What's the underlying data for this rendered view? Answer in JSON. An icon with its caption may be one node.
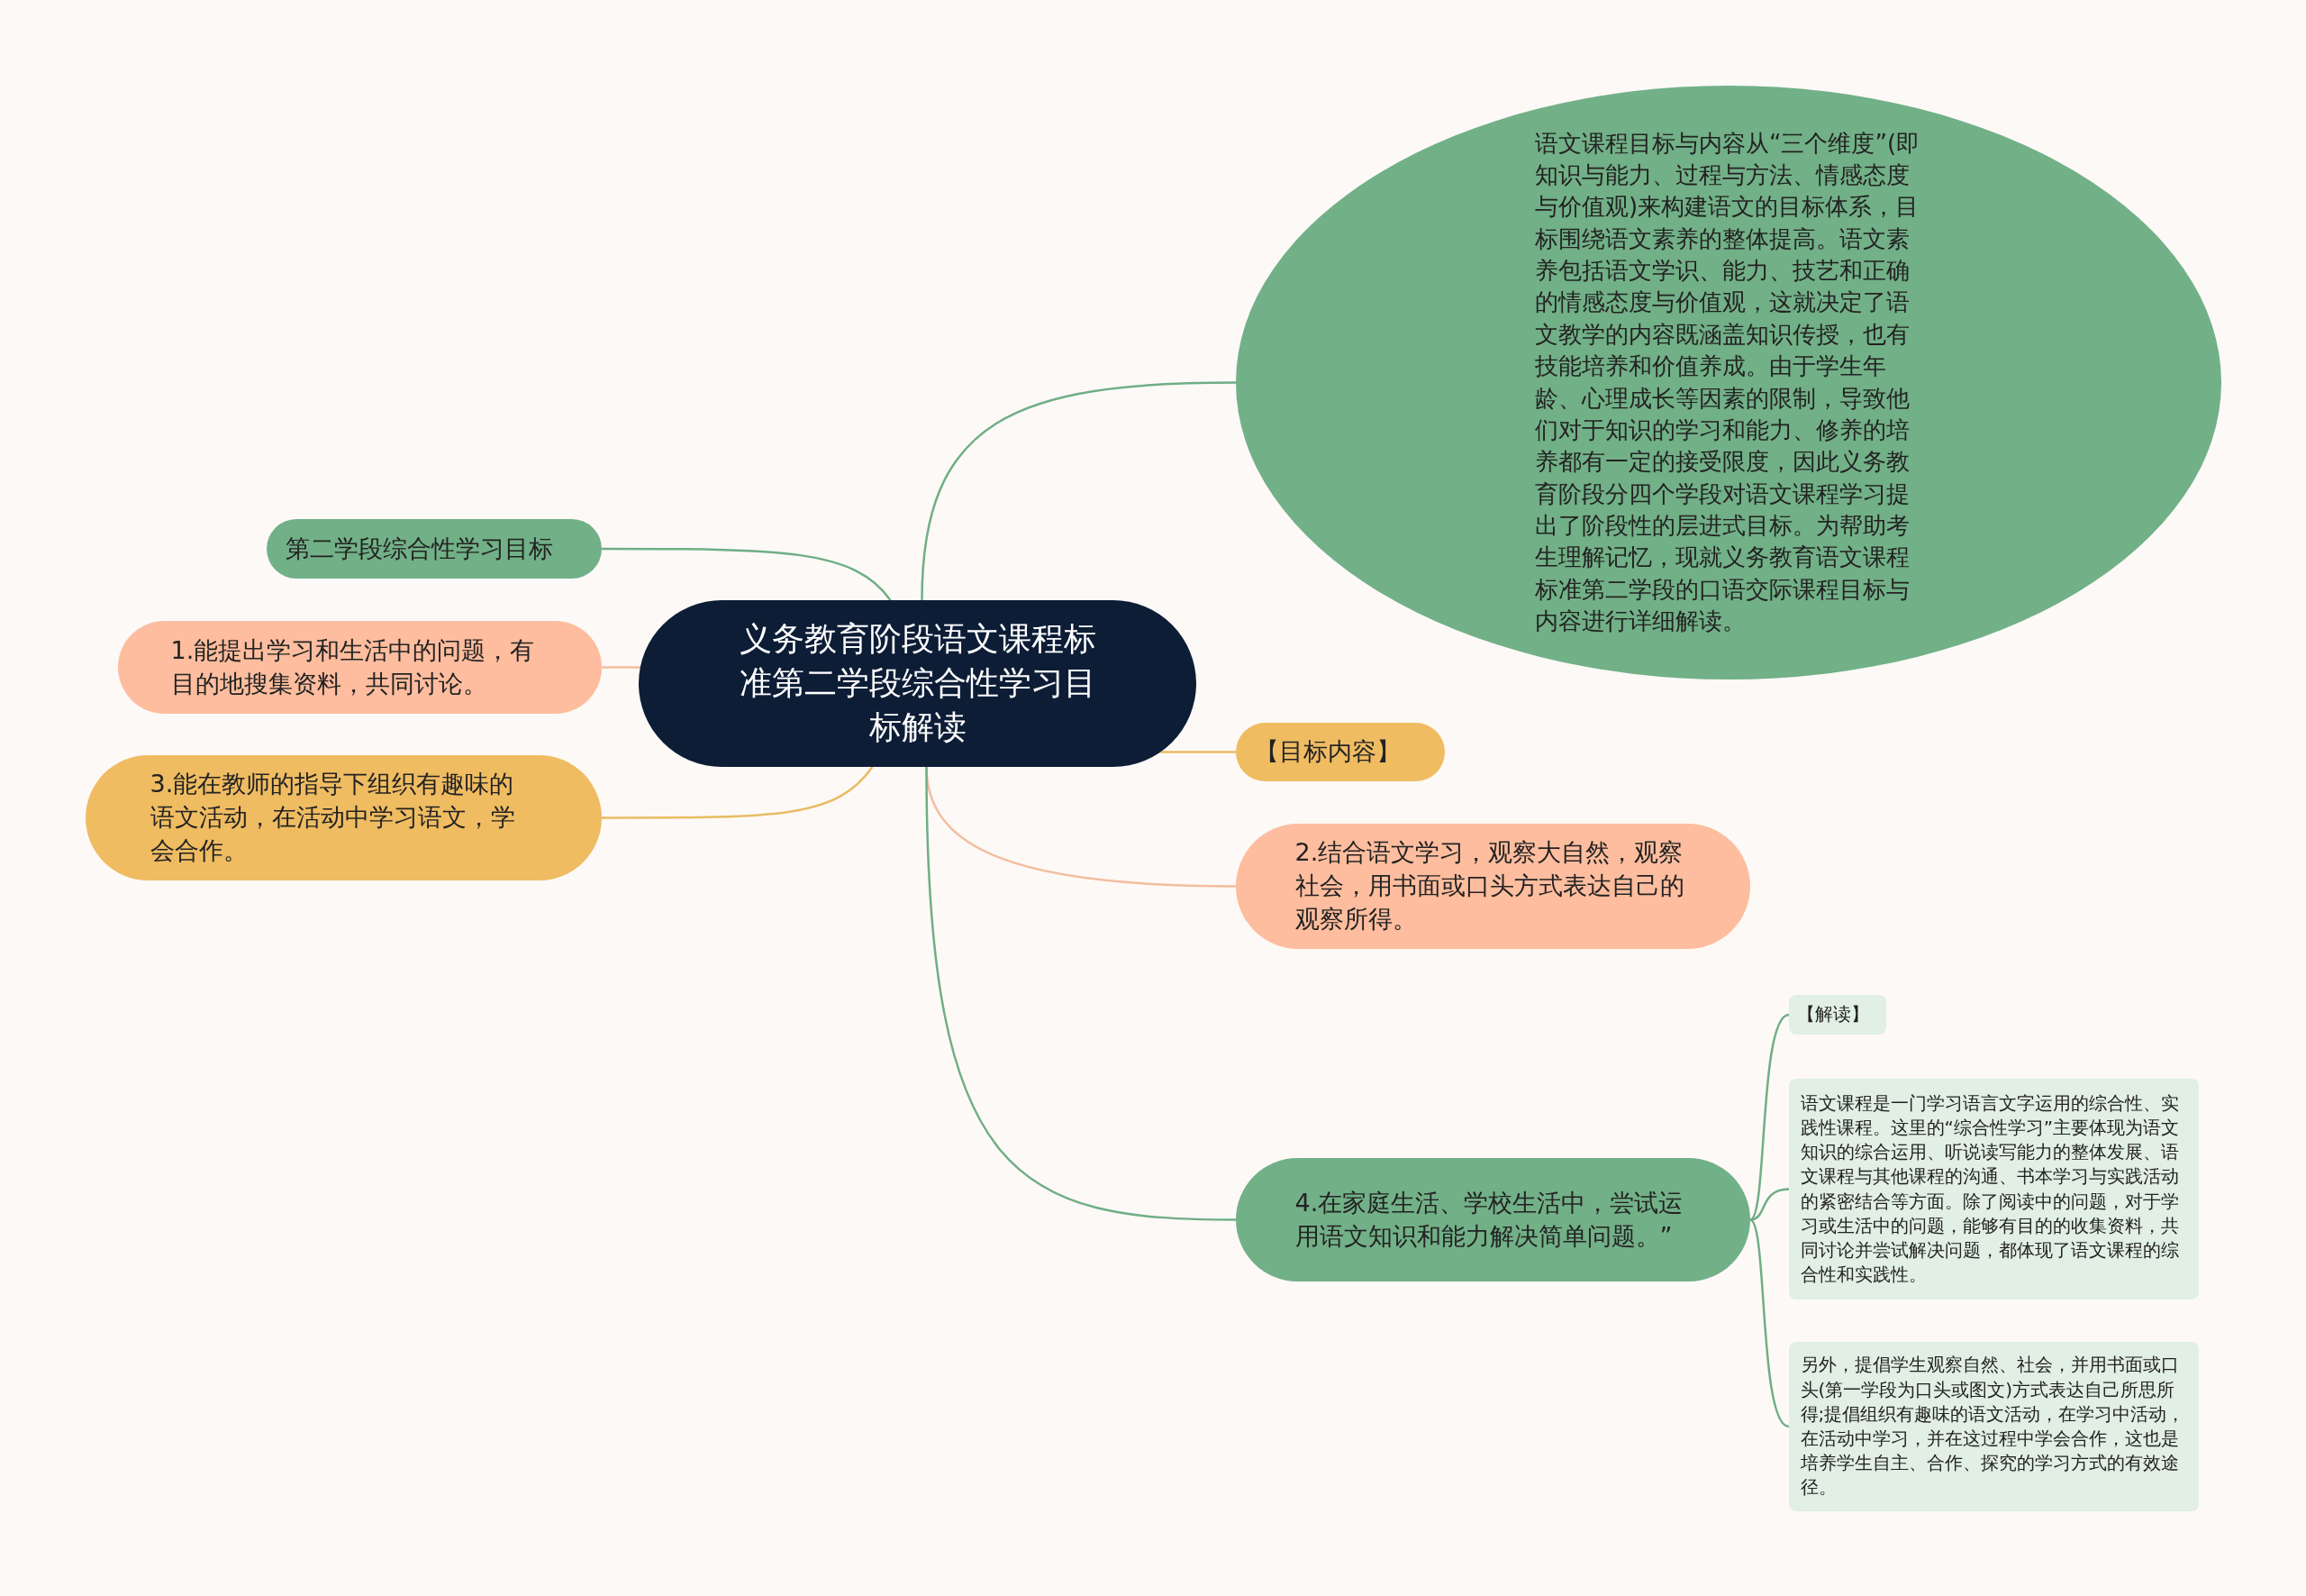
{
  "diagram": {
    "nodes": [
      {
        "text": [
          "义务教育阶段语文课程标准第二学段综合性学习目标解读"
        ]
      },
      {
        "text": [
          "语文课程目标与内容从“三个维度”(即知识与能力、过程与方法、情感态度与价值观)来构建语文的目标体系，目标围绕语文素养的整体提高。语文素养包括语文学识、能力、技艺和正确的情感态度与价值观，这就决定了语文教学的内容既涵盖知识传授，也有技能培养和价值养成。由于学生年龄、心理成长等因素的限制，导致他们对于知识的学习和能力、修养的培养都有一定的接受限度，因此义务教育阶段分四个学段对语文课程学习提出了阶段性的层进式目标。为帮助考生理解记忆，现就义务教育语文课程标准第二学段的口语交际课程目标与内容进行详细解读。"
        ]
      },
      {
        "text": [
          "第二学段综合性学习目标"
        ]
      },
      {
        "text": [
          "1.能提出学习和生活中的问题，有目的地搜集资料，共同讨论。"
        ]
      },
      {
        "text": [
          "3.能在教师的指导下组织有趣味的语文活动，在活动中学习语文，学会合作。"
        ]
      },
      {
        "text": [
          "【目标内容】"
        ]
      },
      {
        "text": [
          "2.结合语文学习，观察大自然，观察社会，用书面或口头方式表达自己的观察所得。"
        ]
      },
      {
        "text": [
          "4.在家庭生活、学校生活中，尝试运用语文知识和能力解决简单问题。”"
        ]
      },
      {
        "text": [
          "【解读】"
        ]
      },
      {
        "text": [
          "语文课程是一门学习语言文字运用的综合性、实践性课程。这里的“综合性学习”主要体现为语文知识的综合运用、听说读写能力的整体发展、语文课程与其他课程的沟通、书本学习与实践活动的紧密结合等方面。除了阅读中的问题，对于学习或生活中的问题，能够有目的的收集资料，共同讨论并尝试解决问题，都体现了语文课程的综合性和实践性。"
        ]
      },
      {
        "text": [
          "另外，提倡学生观察自然、社会，并用书面或口头(第一学段为口头或图文)方式表达自己所思所得;提倡组织有趣味的语文活动，在学习中活动，在活动中学习，并在这过程中学会合作，这也是培养学生自主、合作、探究的学习方式的有效途径。"
        ]
      }
    ],
    "edges": [
      {
        "from": 0,
        "to": 1,
        "arrow": "none"
      },
      {
        "from": 0,
        "to": 2,
        "arrow": "none"
      },
      {
        "from": 0,
        "to": 3,
        "arrow": "none",
        "color": "#f3bd9f"
      },
      {
        "from": 0,
        "to": 4,
        "arrow": "none",
        "color": "#e8bc62"
      },
      {
        "from": 0,
        "to": 5,
        "arrow": "none",
        "color": "#e8bc62"
      },
      {
        "from": 0,
        "to": 6,
        "arrow": "none",
        "color": "#f3bd9f"
      },
      {
        "from": 0,
        "to": 7,
        "arrow": "none"
      },
      {
        "from": 7,
        "to": 8,
        "arrow": "none"
      },
      {
        "from": 7,
        "to": 9,
        "arrow": "none"
      },
      {
        "from": 7,
        "to": 10,
        "arrow": "none"
      }
    ]
  }
}
